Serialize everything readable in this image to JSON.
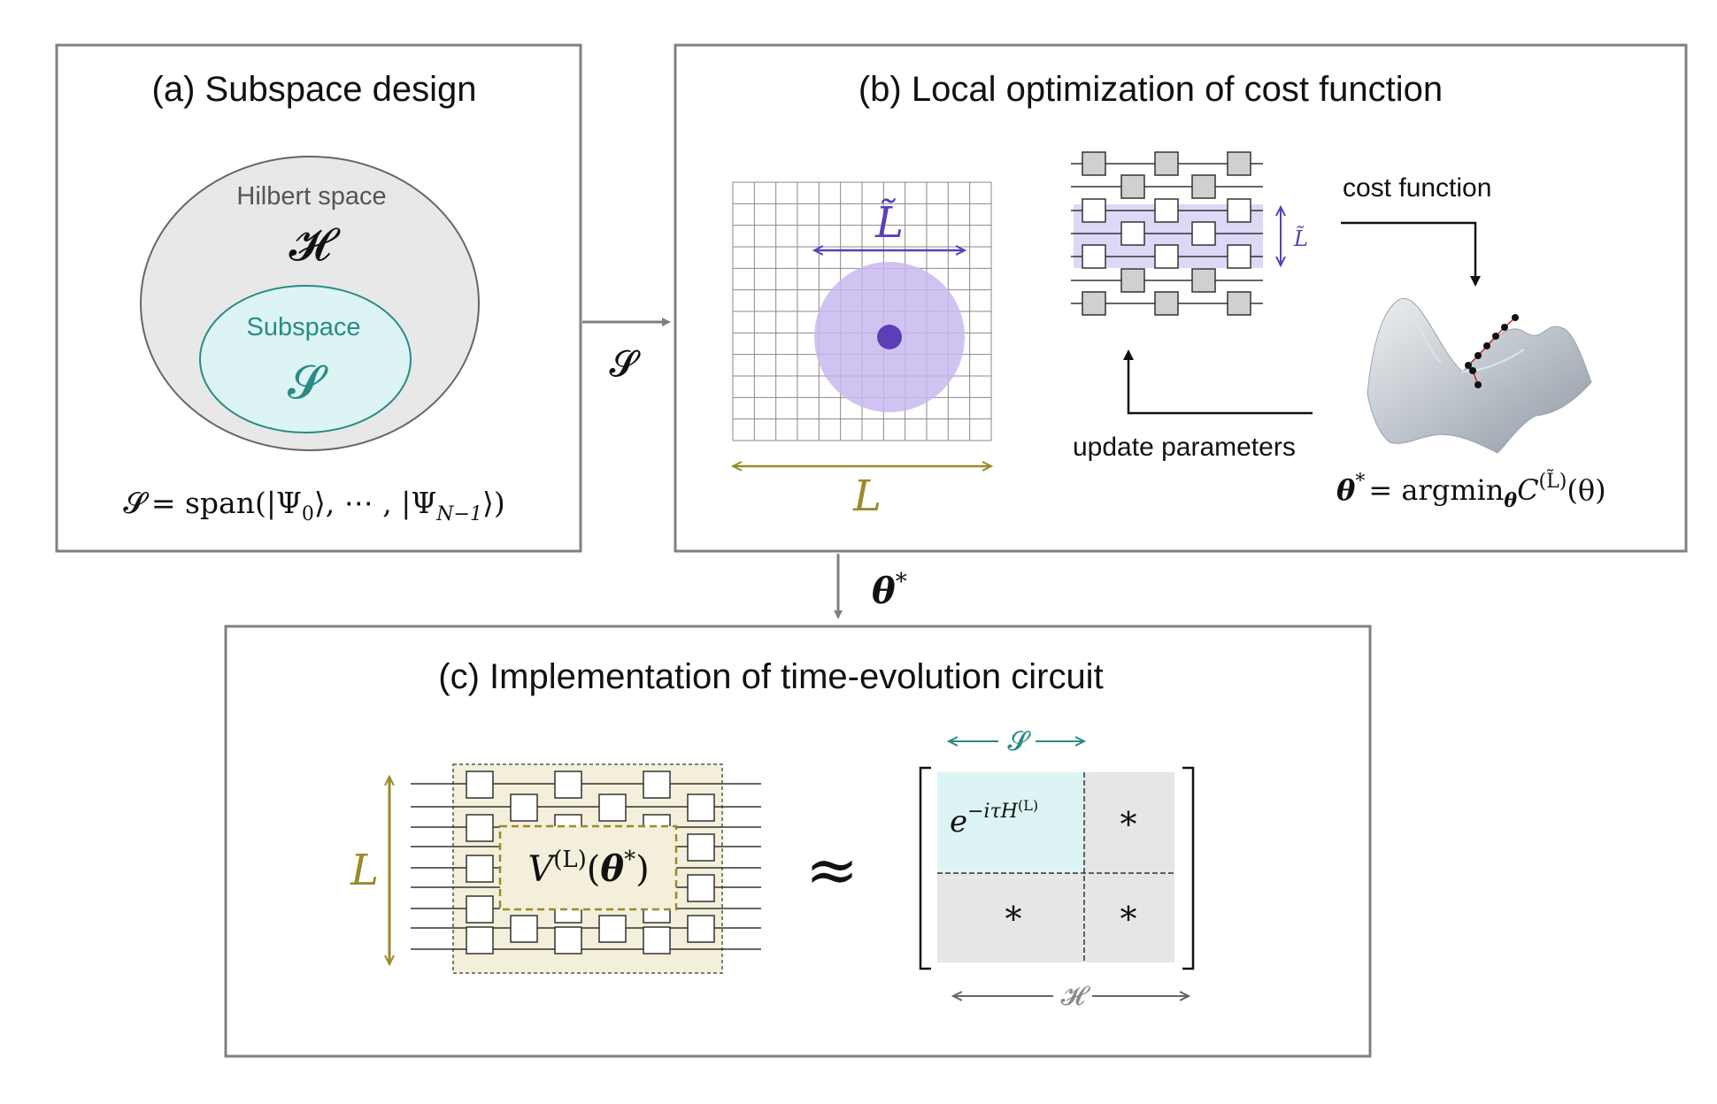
{
  "panel_a": {
    "title": "(a) Subspace design",
    "hilbert_label": "Hilbert space",
    "hilbert_symbol": "𝓗",
    "subspace_label": "Subspace",
    "subspace_symbol": "𝓢",
    "formula_lhs": "𝓢",
    "formula_eq": "= span(|Ψ",
    "formula_sub0": "0",
    "formula_mid": "⟩, ⋯ , |Ψ",
    "formula_subN": "N−1",
    "formula_end": "⟩)"
  },
  "arrow_ab_label": "𝓢",
  "panel_b": {
    "title": "(b) Local optimization of cost function",
    "ltilde_label": "L̃",
    "l_label": "L",
    "small_ltilde": "L̃",
    "cost_function_label": "cost function",
    "update_label": "update parameters",
    "argmin_theta": "θ",
    "argmin_star": "*",
    "argmin_text": "= argmin",
    "argmin_sub": "θ",
    "argmin_C": "C",
    "argmin_sup": "(L̃)",
    "argmin_arg": "(θ)"
  },
  "arrow_bc_theta": "θ",
  "arrow_bc_star": "*",
  "panel_c": {
    "title": "(c) Implementation of time-evolution circuit",
    "l_label": "L",
    "v_label": "V",
    "v_sup": "(L)",
    "v_arg_open": "(",
    "v_theta": "θ",
    "v_star": "*",
    "v_arg_close": ")",
    "approx": "≈",
    "s_label": "𝓢",
    "h_label": "𝓗",
    "matrix_tl_e": "e",
    "matrix_tl_sup": "−iτH",
    "matrix_tl_supsup": "(L)",
    "matrix_star": "*"
  },
  "colors": {
    "border": "#808080",
    "ellipse_outer": "#e8e8e8",
    "ellipse_inner": "#dcf4f4",
    "teal": "#2a8a86",
    "purple": "#5b3fb8",
    "purple_light": "#c8b8f0",
    "olive": "#9a8a2a",
    "olive_fill": "#f3efda",
    "gray_fill": "#e6e6e6",
    "cyan_fill": "#dcf4f4"
  }
}
